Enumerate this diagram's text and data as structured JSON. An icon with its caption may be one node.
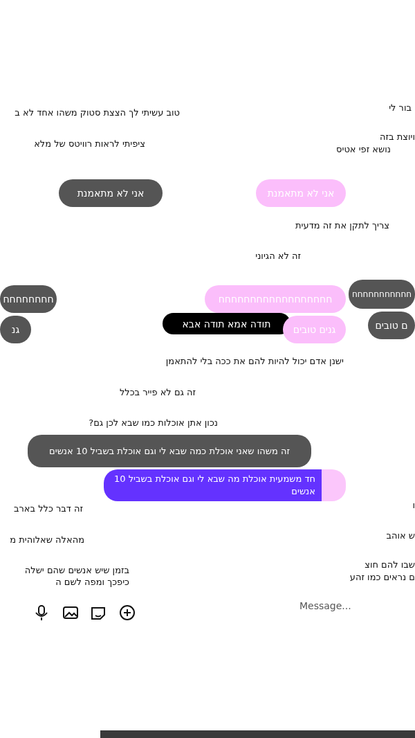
{
  "diagram": {
    "nodes": [
      {
        "text": [
          "אני לא מתאמנת"
        ]
      },
      {
        "text": [
          "אני לא מתאמנת"
        ]
      },
      {
        "text": [
          "חחחחחחחח"
        ]
      },
      {
        "text": [
          "חחחחחחחחחחחחחחחחחח"
        ]
      },
      {
        "text": [
          "חחחחחחחחחחח"
        ]
      },
      {
        "text": [
          "גנ"
        ]
      },
      {
        "text": [
          "תודה אמא תודה אבא"
        ]
      },
      {
        "text": [
          "גנים טובים"
        ]
      },
      {
        "text": [
          "ם טובים"
        ]
      },
      {
        "text": [
          "זה משהו שאני אוכלת כמה שבא לי וגם אוכלת בשביל 10 אנשים"
        ]
      },
      {
        "text": [
          "חד משמעית אוכלת מה שבא לי וגם אוכלת בשביל 10 אנשים"
        ]
      }
    ],
    "labels": [
      "בור לי",
      "טוב עשיתי לך הצצת סטוק משהו אחד לא ב",
      "ויוצת בזה",
      "ציפיתי לראות רוויטס של מלא",
      "נושא זפי אטיס",
      "צריך לתקן את זה מדעית",
      "זה לא הגיוני",
      "ישנן אדם יכול להיות להם את ככה בלי להתאמן",
      "זה גם לא פייר בכלל",
      "נכון אתן אוכלות כמו שבא לכן גם?",
      "ו",
      "זה דבר כלל בארב",
      "ש אוהב",
      "מהאלה שאלוהית מ",
      "שבו להם חוצ",
      "בזמן שיש אנשים שהם ישלה",
      "ם נראים כמו זהע",
      "כיפכך ומפה לשם ה",
      "Message..."
    ]
  }
}
